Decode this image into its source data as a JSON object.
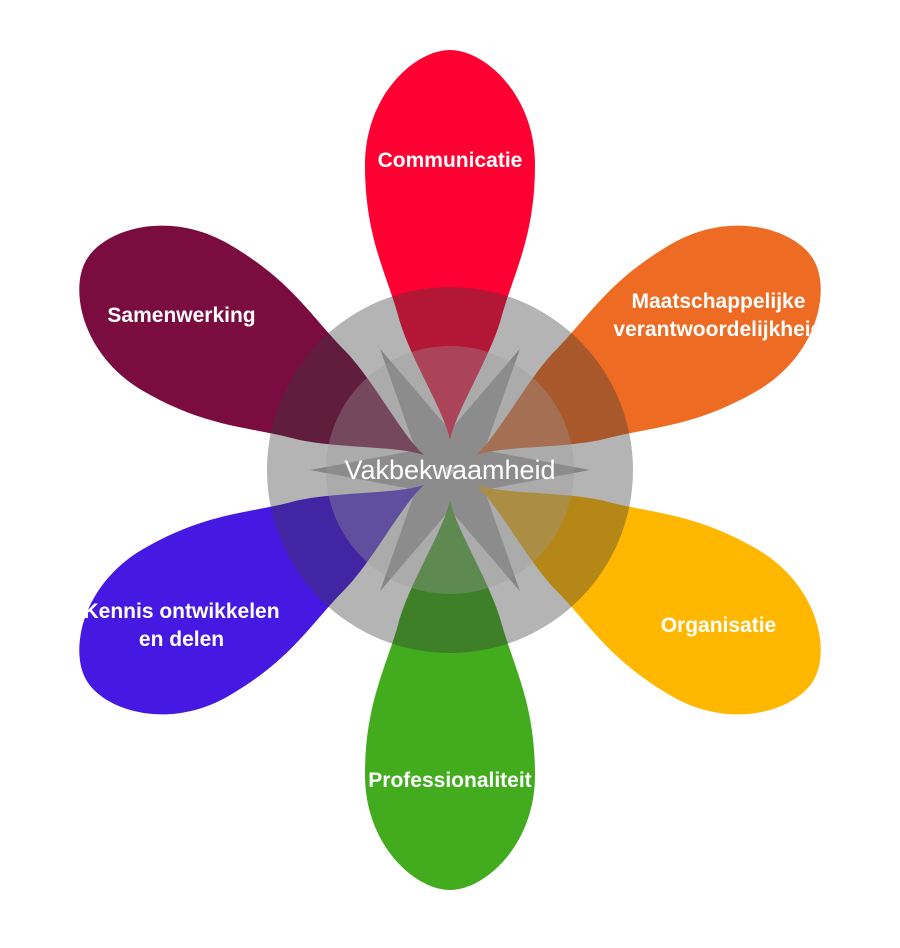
{
  "diagram": {
    "center": {
      "label": "Vakbekwaamheid",
      "ring_color": "#3a3a3a",
      "inner_color": "#9a9a9a",
      "star_color": "#b4b4b4"
    },
    "petals": [
      {
        "id": "communicatie",
        "lines": [
          "Communicatie"
        ],
        "color": "#ff0033",
        "angle": 0
      },
      {
        "id": "maatschappelijke-verantwoordelijkheid",
        "lines": [
          "Maatschappelijke",
          "verantwoordelijkheid"
        ],
        "color": "#ee6b23",
        "angle": 60
      },
      {
        "id": "organisatie",
        "lines": [
          "Organisatie"
        ],
        "color": "#ffb700",
        "angle": 120
      },
      {
        "id": "professionaliteit",
        "lines": [
          "Professionaliteit"
        ],
        "color": "#42ab1e",
        "angle": 180
      },
      {
        "id": "kennis-ontwikkelen-en-delen",
        "lines": [
          "Kennis ontwikkelen",
          "en delen"
        ],
        "color": "#4619e3",
        "angle": 240
      },
      {
        "id": "samenwerking",
        "lines": [
          "Samenwerking"
        ],
        "color": "#7a0c40",
        "angle": 300
      }
    ]
  }
}
